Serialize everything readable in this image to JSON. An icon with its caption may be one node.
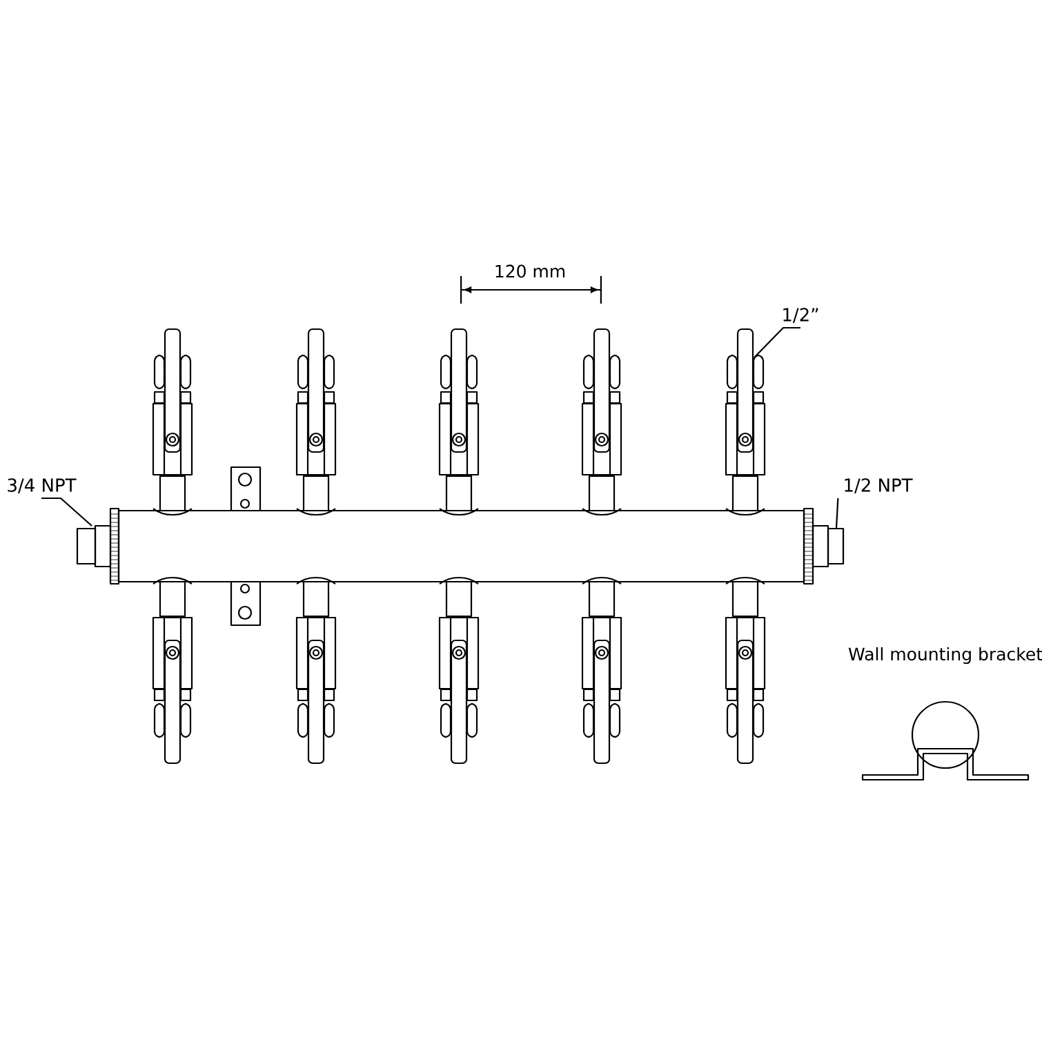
{
  "diagram": {
    "nodes": [
      {
        "text": [
          "3/4 NPT"
        ]
      },
      {
        "text": [
          "1/2 NPT"
        ]
      },
      {
        "text": [
          "1/2”"
        ]
      }
    ],
    "edges": [
      {
        "from": 0,
        "to": null,
        "arrow": "none"
      },
      {
        "from": 1,
        "to": null,
        "arrow": "none"
      },
      {
        "from": 2,
        "to": null,
        "arrow": "none"
      }
    ],
    "labels": [
      "120 mm",
      "Wall mounting bracket"
    ]
  }
}
